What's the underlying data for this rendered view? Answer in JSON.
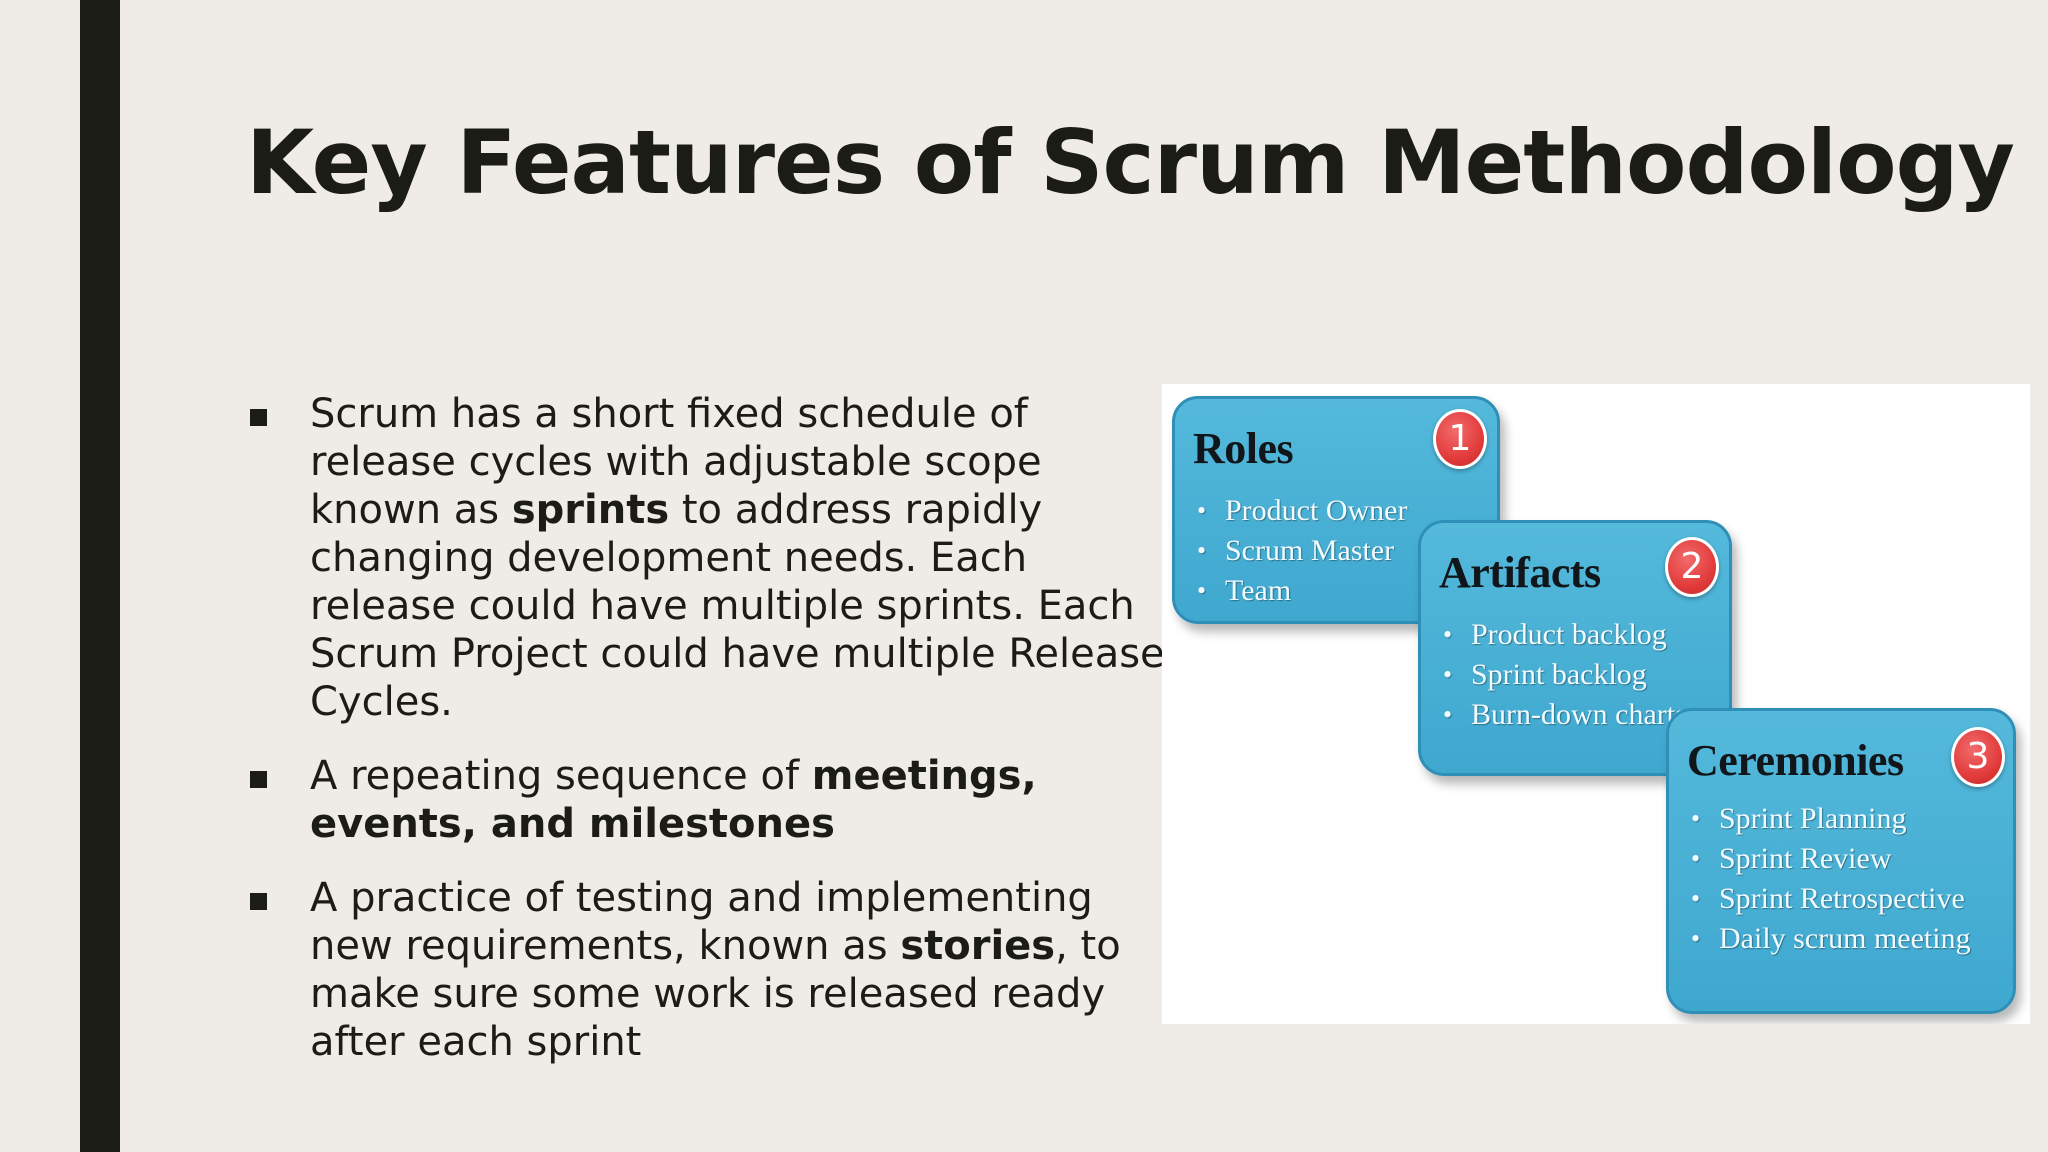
{
  "slide": {
    "title": "Key Features of Scrum Methodology",
    "bullets": [
      {
        "segments": [
          "Scrum has a short fixed schedule of release cycles with adjustable scope known as ",
          "sprints",
          " to address rapidly changing development needs. Each release could have multiple sprints. Each Scrum Project could have multiple Release Cycles."
        ]
      },
      {
        "segments": [
          "A repeating sequence of ",
          "meetings, events, and milestones"
        ]
      },
      {
        "segments": [
          "A practice of testing and implementing new requirements, known as ",
          "stories",
          ", to make sure some work is released ready after each sprint"
        ]
      }
    ]
  },
  "diagram": {
    "cards": [
      {
        "heading": "Roles",
        "badge": "1",
        "items": [
          "Product Owner",
          "Scrum Master",
          "Team"
        ]
      },
      {
        "heading": "Artifacts",
        "badge": "2",
        "items": [
          "Product backlog",
          "Sprint backlog",
          "Burn-down charts"
        ]
      },
      {
        "heading": "Ceremonies",
        "badge": "3",
        "items": [
          "Sprint Planning",
          "Sprint Review",
          "Sprint Retrospective",
          "Daily scrum meeting"
        ]
      }
    ],
    "colors": {
      "card": "#45afd5",
      "badge": "#e23c3c",
      "heading": "#10161a"
    }
  }
}
